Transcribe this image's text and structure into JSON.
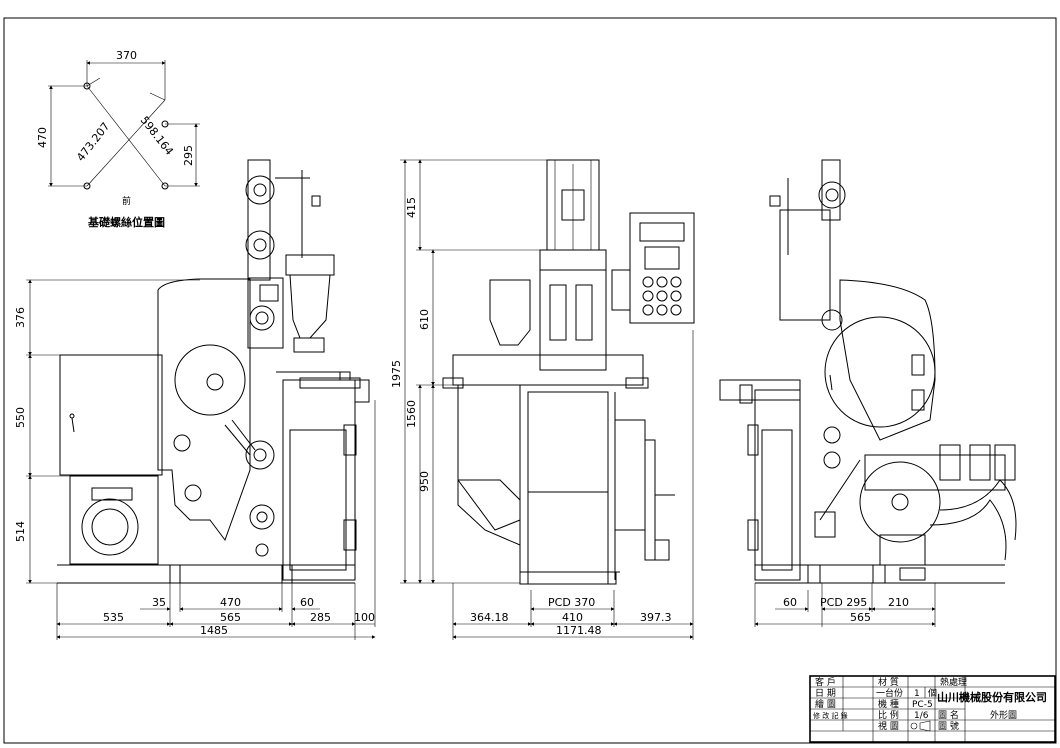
{
  "foundation": {
    "dim_top": "370",
    "dim_left": "470",
    "dim_diag_a": "473.207",
    "dim_diag_b": "598.164",
    "dim_right": "295",
    "front_label": "前",
    "title": "基礎螺絲位置圖"
  },
  "left_view": {
    "h_376": "376",
    "h_550": "550",
    "h_514": "514",
    "w_35": "35",
    "w_470": "470",
    "w_60": "60",
    "w_535": "535",
    "w_565": "565",
    "w_285": "285",
    "w_100": "100",
    "w_1485": "1485"
  },
  "center_view": {
    "h_415": "415",
    "h_610": "610",
    "h_1975": "1975",
    "h_1560": "1560",
    "h_950": "950",
    "pcd_370": "PCD 370",
    "w_36418": "364.18",
    "w_410": "410",
    "w_3973": "397.3",
    "w_117148": "1171.48"
  },
  "right_view": {
    "w_60": "60",
    "pcd_295": "PCD 295",
    "w_210": "210",
    "w_565": "565"
  },
  "title_block": {
    "customer": "客  戶",
    "material": "材  質",
    "heat": "熱處理",
    "date": "日  期",
    "qty_label": "一台份",
    "qty": "1",
    "unit": "個",
    "company": "山川機械股份有限公司",
    "drawn": "繪  圖",
    "model_label": "機  種",
    "model": "PC-5",
    "revision": "修 改 記 錄",
    "scale_label": "比  例",
    "scale": "1/6",
    "drawing_name_label": "圖  名",
    "drawing_name": "外形圖",
    "view_label": "視  圖",
    "drawing_no_label": "圖  號"
  }
}
